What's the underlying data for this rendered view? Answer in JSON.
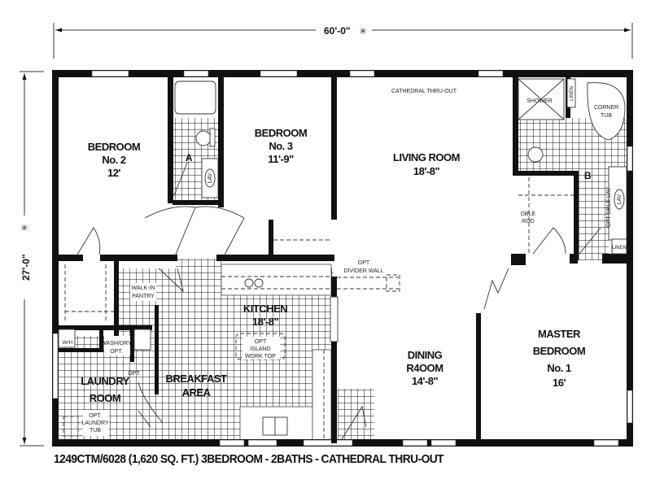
{
  "dimensions": {
    "width": "60'-0\"",
    "depth": "27'-0\"",
    "marker": "✳"
  },
  "rooms": {
    "bedroom2": {
      "name": "BEDROOM",
      "number": "No. 2",
      "size": "12'"
    },
    "bedroom3": {
      "name": "BEDROOM",
      "number": "No. 3",
      "size": "11'-9\""
    },
    "living": {
      "name": "LIVING ROOM",
      "size": "18'-8\"",
      "note": "CATHEDRAL THRU-OUT"
    },
    "kitchen": {
      "name": "KITCHEN",
      "size": "18'-8\""
    },
    "dining": {
      "name": "DINING",
      "name2": "R4OOM",
      "size": "14'-8\""
    },
    "breakfast": {
      "name": "BREAKFAST",
      "name2": "AREA"
    },
    "laundry": {
      "name": "LAUNDRY",
      "name2": "ROOM"
    },
    "master": {
      "name": "MASTER",
      "name2": "BEDROOM",
      "number": "No. 1",
      "size": "16'"
    },
    "bathA": {
      "tag": "A",
      "lav": "LAV"
    },
    "bathB": {
      "tag": "B",
      "lav": "LAV",
      "shower": "SHOWER",
      "tub": "CORNER",
      "tub2": "TUB",
      "linen": "LINEN",
      "linen2": "LINEN",
      "dble_lav": "OPT DBLE LAV"
    }
  },
  "annotations": {
    "pantry1": "WALK-IN",
    "pantry2": "PANTRY",
    "washdry1": "WASH/DRY",
    "washdry2": "OPT.",
    "wh": "W/H",
    "opt": "OPT.",
    "tub1": "OPT.",
    "tub2": "LAUNDRY",
    "tub3": "TUB",
    "divider1": "OPT",
    "divider2": "DIVIDER WALL",
    "island1": "OPT",
    "island2": "ISLAND",
    "island3": "WORK TOP",
    "rod1": "DBLE",
    "rod2": "ROD"
  },
  "caption": "1249CTM/6028 (1,620 SQ. FT.) 3BEDROOM - 2BATHS - CATHEDRAL THRU-OUT"
}
